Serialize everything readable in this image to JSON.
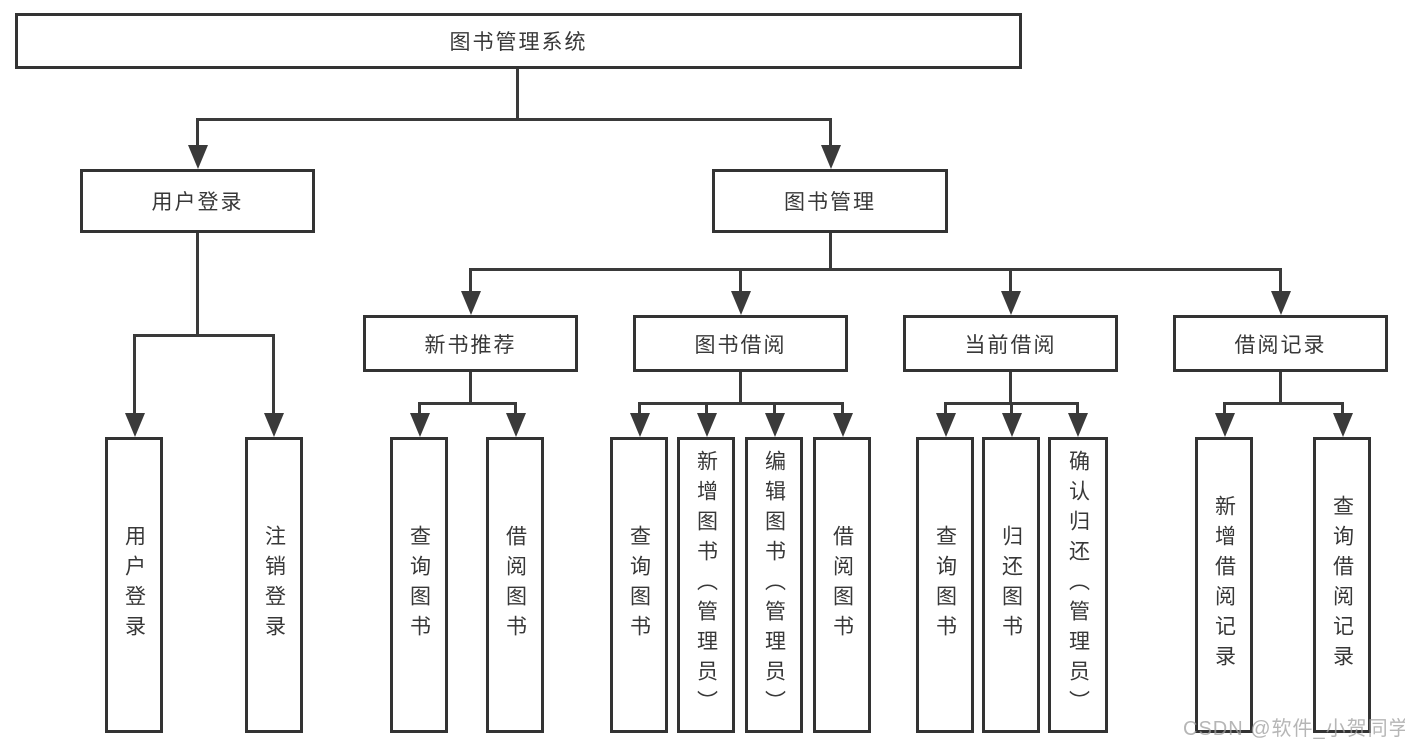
{
  "diagram": {
    "type": "hierarchy",
    "colors": {
      "line": "#3a3a3a",
      "box_border": "#333333",
      "text": "#383838",
      "background": "#ffffff",
      "watermark": "#9e9e9e"
    },
    "root": {
      "label": "图书管理系统"
    },
    "branches": [
      {
        "label": "用户登录",
        "children": [
          {
            "label": "用户登录"
          },
          {
            "label": "注销登录"
          }
        ]
      },
      {
        "label": "图书管理",
        "children": [
          {
            "label": "新书推荐",
            "children": [
              {
                "label": "查询图书"
              },
              {
                "label": "借阅图书"
              }
            ]
          },
          {
            "label": "图书借阅",
            "children": [
              {
                "label": "查询图书"
              },
              {
                "label": "新增图书（管理员）"
              },
              {
                "label": "编辑图书（管理员）"
              },
              {
                "label": "借阅图书"
              }
            ]
          },
          {
            "label": "当前借阅",
            "children": [
              {
                "label": "查询图书"
              },
              {
                "label": "归还图书"
              },
              {
                "label": "确认归还（管理员）"
              }
            ]
          },
          {
            "label": "借阅记录",
            "children": [
              {
                "label": "新增借阅记录"
              },
              {
                "label": "查询借阅记录"
              }
            ]
          }
        ]
      }
    ]
  },
  "watermark": {
    "text": "CSDN @软件_小贺同学"
  }
}
